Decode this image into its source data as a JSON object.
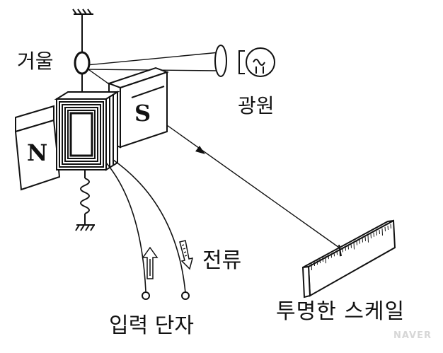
{
  "labels": {
    "mirror": "거울",
    "light_source": "광원",
    "current": "전류",
    "input_terminals": "입력 단자",
    "scale": "투명한 스케일",
    "north": "N",
    "south": "S"
  },
  "watermark": "NAVER",
  "colors": {
    "ink": "#111111",
    "paper": "#ffffff"
  }
}
